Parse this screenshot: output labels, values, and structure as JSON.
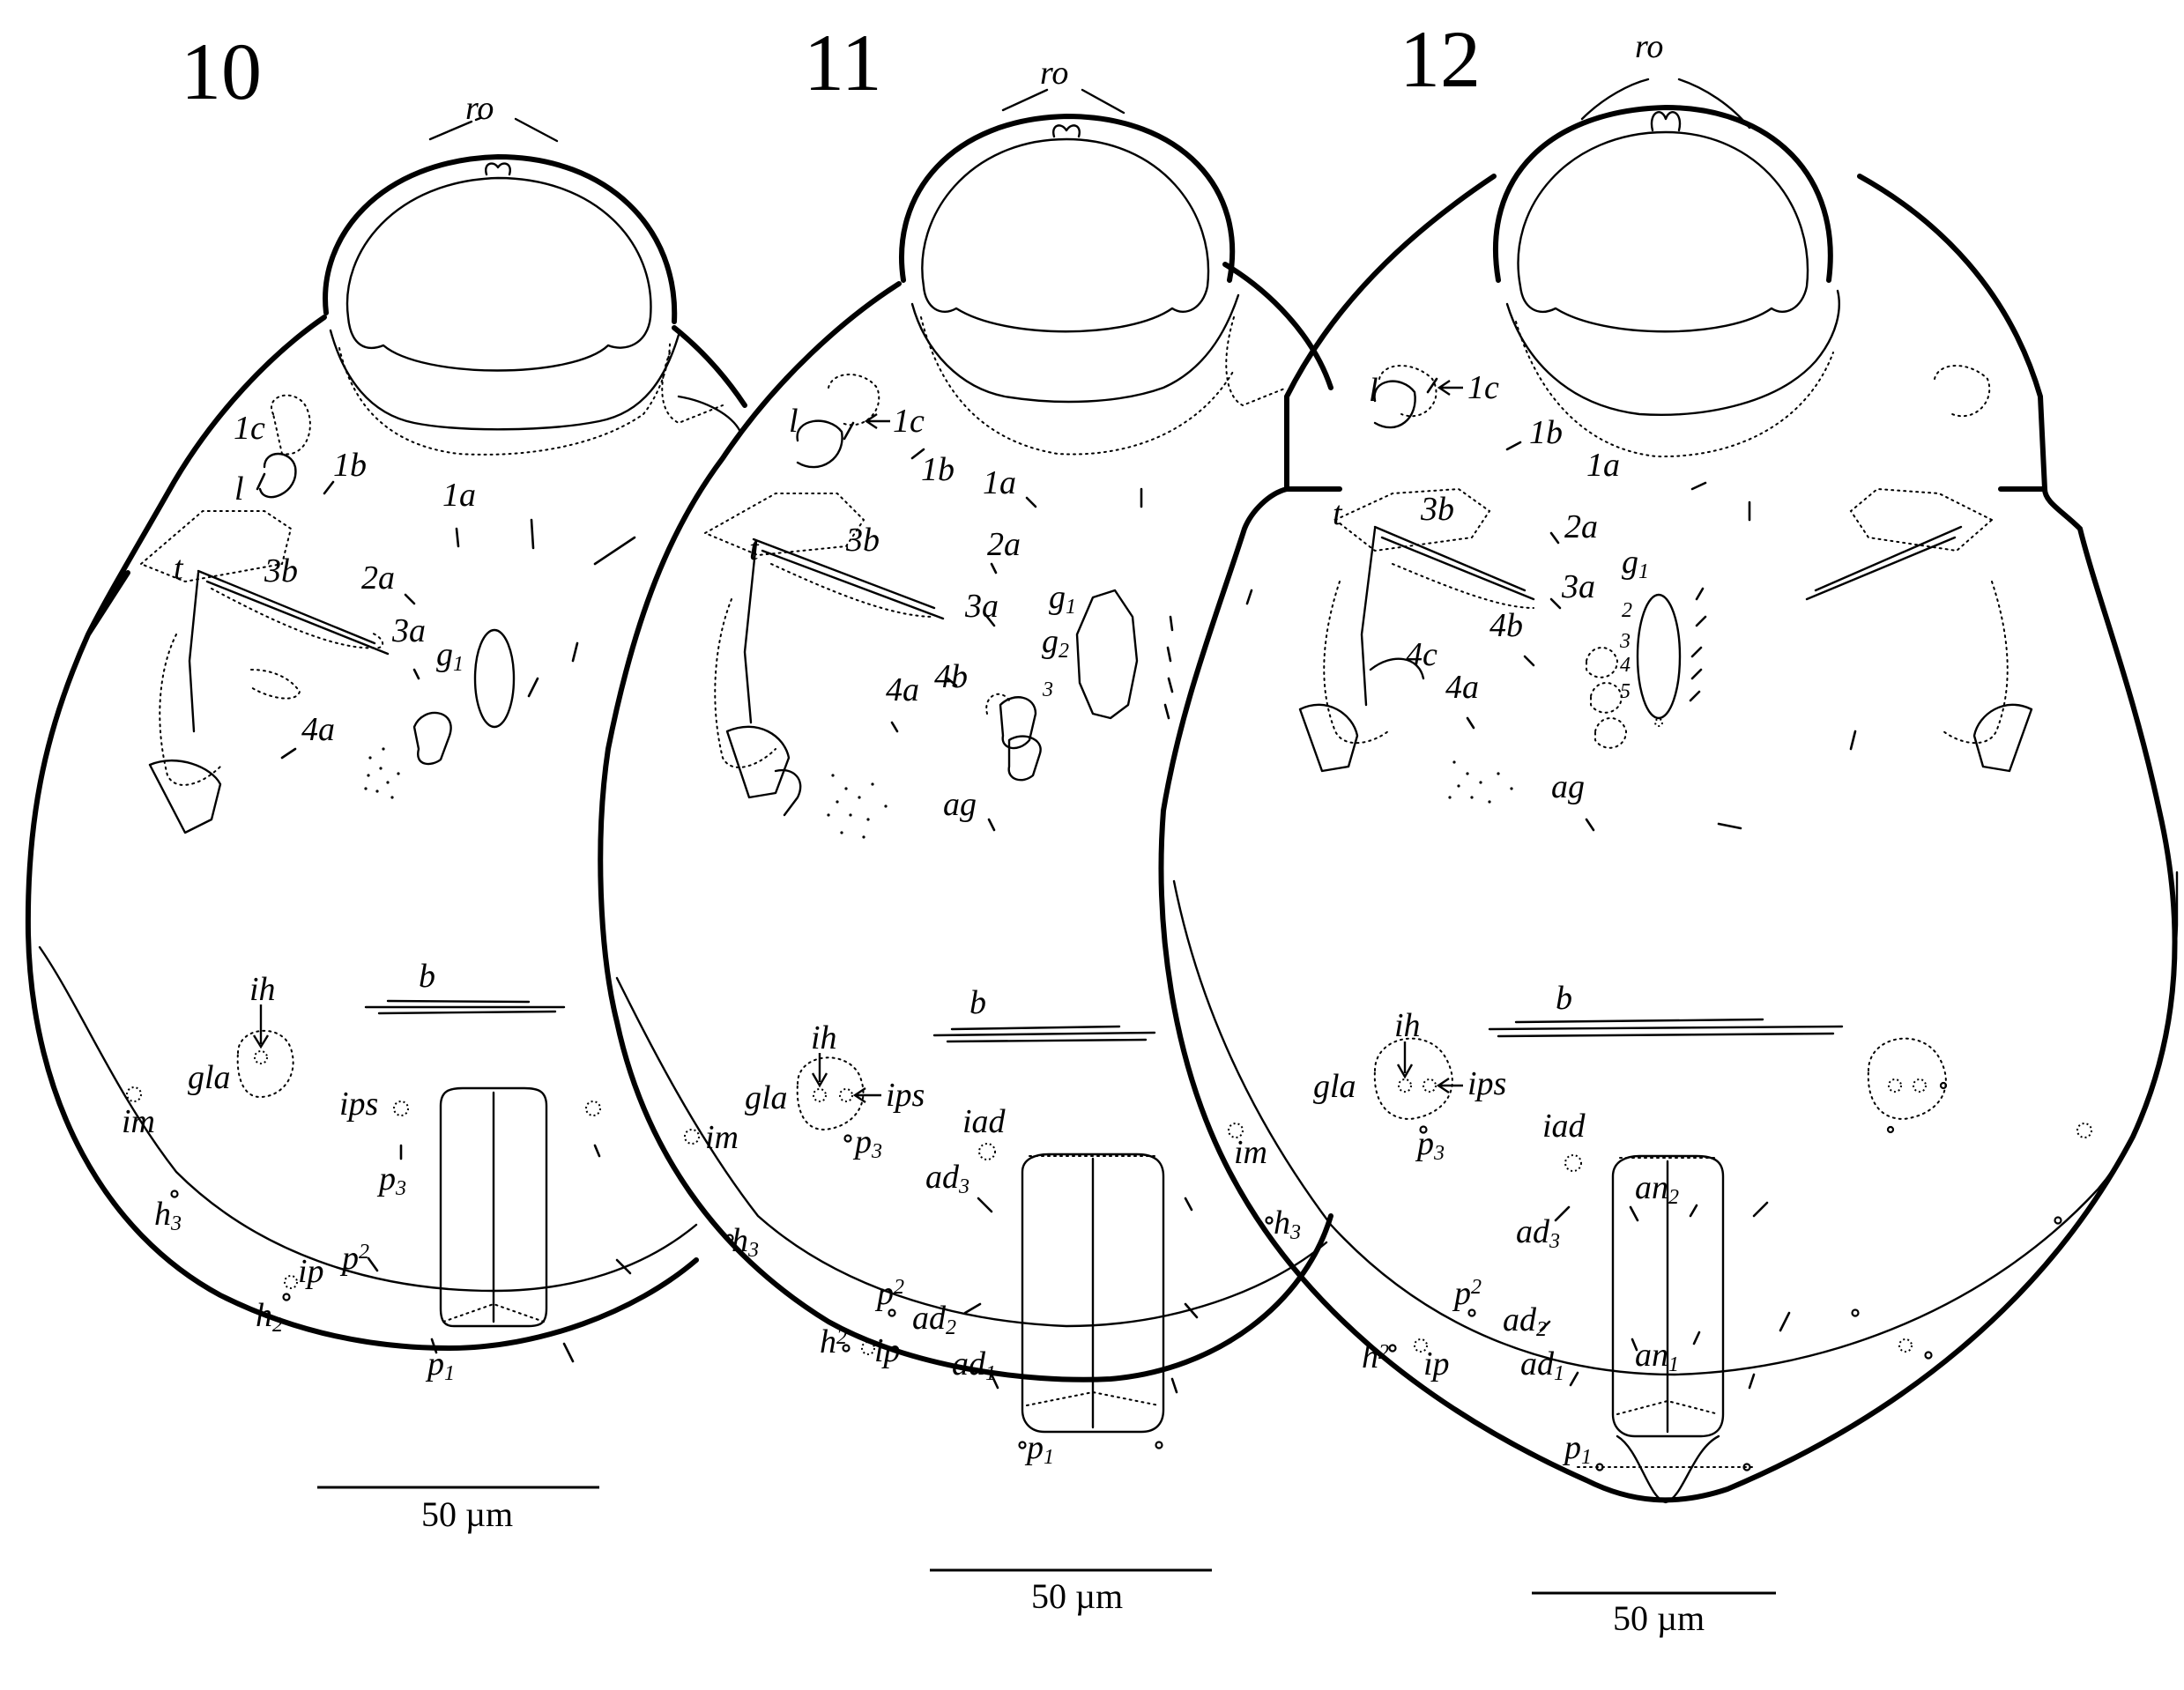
{
  "figures": [
    {
      "number": "10",
      "labels": {
        "ro": "ro",
        "c1": "1c",
        "l": "l",
        "b1": "1b",
        "a1": "1a",
        "t": "t",
        "b3": "3b",
        "a2": "2a",
        "a3": "3a",
        "g1": "g",
        "g1_sub": "1",
        "a4": "4a",
        "b": "b",
        "ih": "ih",
        "gla": "gla",
        "ips": "ips",
        "im": "im",
        "p3": "p",
        "p3_sub": "3",
        "h3": "h",
        "h3_sub": "3",
        "ip": "ip",
        "p2": "p",
        "p2_sub": "2",
        "h2": "h",
        "h2_sub": "2",
        "p1": "p",
        "p1_sub": "1"
      },
      "scale": "50 µm"
    },
    {
      "number": "11",
      "labels": {
        "ro": "ro",
        "l": "l",
        "c1": "1c",
        "b1": "1b",
        "a1": "1a",
        "t": "t",
        "b3": "3b",
        "a2": "2a",
        "a3": "3a",
        "g1": "g",
        "g1_sub": "1",
        "g2": "g",
        "g2_sub": "2",
        "n3": "3",
        "a4": "4a",
        "b4": "4b",
        "ag": "ag",
        "b": "b",
        "ih": "ih",
        "gla": "gla",
        "ips": "ips",
        "im": "im",
        "p3": "p",
        "p3_sub": "3",
        "iad": "iad",
        "ad3": "ad",
        "ad3_sub": "3",
        "h3": "h",
        "h3_sub": "3",
        "p2": "p",
        "p2_sub": "2",
        "ad2": "ad",
        "ad2_sub": "2",
        "h2": "h",
        "h2_sub": "2",
        "ip": "ip",
        "ad1": "ad",
        "ad1_sub": "1",
        "p1": "p",
        "p1_sub": "1"
      },
      "scale": "50 µm"
    },
    {
      "number": "12",
      "labels": {
        "ro": "ro",
        "l": "l",
        "c1": "1c",
        "b1": "1b",
        "a1": "1a",
        "t": "t",
        "b3": "3b",
        "a2": "2a",
        "a3": "3a",
        "g1": "g",
        "g1_sub": "1",
        "n2": "2",
        "n3": "3",
        "n4": "4",
        "n5": "5",
        "c4": "4c",
        "b4": "4b",
        "a4": "4a",
        "ag": "ag",
        "b": "b",
        "ih": "ih",
        "gla": "gla",
        "ips": "ips",
        "im": "im",
        "p3": "p",
        "p3_sub": "3",
        "iad": "iad",
        "an2": "an",
        "an2_sub": "2",
        "h3": "h",
        "h3_sub": "3",
        "ad3": "ad",
        "ad3_sub": "3",
        "p2": "p",
        "p2_sub": "2",
        "ad2": "ad",
        "ad2_sub": "2",
        "h2": "h",
        "h2_sub": "2",
        "ip": "ip",
        "ad1": "ad",
        "ad1_sub": "1",
        "an1": "an",
        "an1_sub": "1",
        "p1": "p",
        "p1_sub": "1"
      },
      "scale": "50 µm"
    }
  ]
}
